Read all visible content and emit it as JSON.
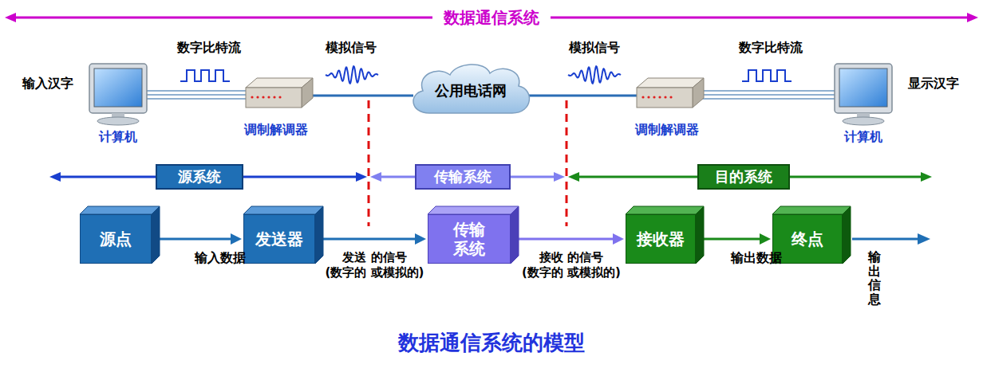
{
  "diagram": {
    "title": "数据通信系统",
    "caption": "数据通信系统的模型",
    "nodes": [
      {
        "text": [
          "公用电话网"
        ]
      },
      {
        "text": [
          "源系统"
        ]
      },
      {
        "text": [
          "传输系统"
        ]
      },
      {
        "text": [
          "目的系统"
        ]
      },
      {
        "text": [
          "源点"
        ]
      },
      {
        "text": [
          "发送器"
        ]
      },
      {
        "text": [
          "传输 系统"
        ]
      },
      {
        "text": [
          "接收器"
        ]
      },
      {
        "text": [
          "终点"
        ]
      }
    ],
    "edges": [
      {
        "from": 4,
        "to": 5,
        "arrow": "to",
        "label": "输入数据"
      },
      {
        "from": 5,
        "to": 6,
        "arrow": "to",
        "label": "发送 的信号(数字的 或模拟的)"
      },
      {
        "from": 6,
        "to": 7,
        "arrow": "to",
        "label": "接收 的信号(数字的 或模拟的)"
      },
      {
        "from": 7,
        "to": 8,
        "arrow": "to",
        "label": "输出数据"
      }
    ],
    "labels": [
      "输入汉字",
      "计算机",
      "数字比特流",
      "调制解调器",
      "模拟信号",
      "模拟信号",
      "调制解调器",
      "数字比特流",
      "显示汉字",
      "计算机",
      "输出信息"
    ]
  }
}
